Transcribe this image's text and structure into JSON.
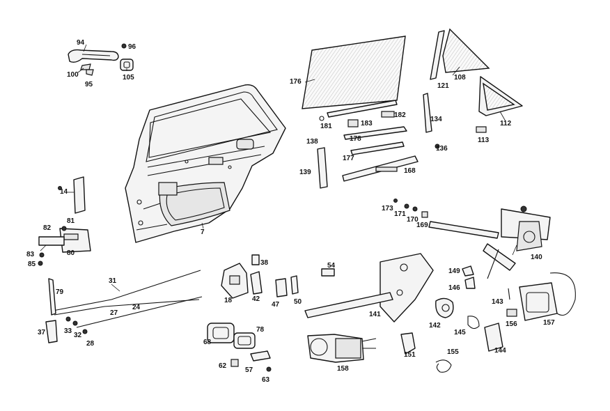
{
  "diagram": {
    "labels": {
      "p7": "7",
      "p14": "14",
      "p18": "18",
      "p24": "24",
      "p27": "27",
      "p28": "28",
      "p31": "31",
      "p32": "32",
      "p33": "33",
      "p37": "37",
      "p38": "38",
      "p42": "42",
      "p47": "47",
      "p50": "50",
      "p54": "54",
      "p57": "57",
      "p62": "62",
      "p63": "63",
      "p68": "68",
      "p78": "78",
      "p79": "79",
      "p80": "80",
      "p81": "81",
      "p82": "82",
      "p83": "83",
      "p85": "85",
      "p94": "94",
      "p95": "95",
      "p96": "96",
      "p100": "100",
      "p105": "105",
      "p108": "108",
      "p112": "112",
      "p113": "113",
      "p121": "121",
      "p134": "134",
      "p136": "136",
      "p138": "138",
      "p139": "139",
      "p140": "140",
      "p141": "141",
      "p142": "142",
      "p143": "143",
      "p144": "144",
      "p145": "145",
      "p146": "146",
      "p149": "149",
      "p151": "151",
      "p155": "155",
      "p156": "156",
      "p157": "157",
      "p158": "158",
      "p168": "168",
      "p169": "169",
      "p170": "170",
      "p171": "171",
      "p173": "173",
      "p176": "176",
      "p177": "177",
      "p178": "178",
      "p181": "181",
      "p182": "182",
      "p183": "183"
    }
  }
}
